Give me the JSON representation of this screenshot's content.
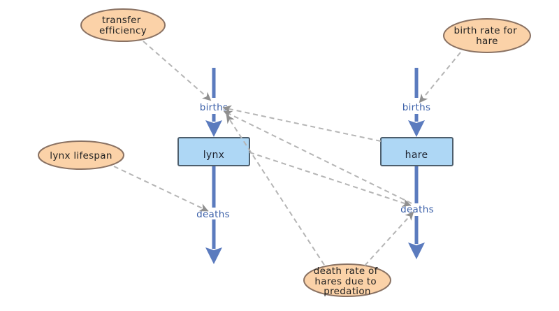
{
  "colors": {
    "background": "#FFFFFF",
    "stock_fill": "#AED7F5",
    "stock_border": "#4D5E6C",
    "converter_fill": "#FBD2A8",
    "converter_border": "#8A7263",
    "flow_blue": "#5B7BBE",
    "flow_label_blue": "#3A5FA8",
    "link_gray": "#B5B5B5",
    "link_arrow_gray": "#8F8F8F",
    "text_dark": "#222222"
  },
  "stocks": [
    {
      "id": "lynx",
      "label": "lynx"
    },
    {
      "id": "hare",
      "label": "hare"
    }
  ],
  "flows": [
    {
      "id": "lynx-births",
      "label": "births",
      "into": "lynx"
    },
    {
      "id": "lynx-deaths",
      "label": "deaths",
      "out_of": "lynx"
    },
    {
      "id": "hare-births",
      "label": "births",
      "into": "hare"
    },
    {
      "id": "hare-deaths",
      "label": "deaths",
      "out_of": "hare"
    }
  ],
  "converters": [
    {
      "id": "transfer-efficiency",
      "lines": [
        "transfer",
        "efficiency"
      ]
    },
    {
      "id": "birth-rate-for-hare",
      "lines": [
        "birth rate for",
        "hare"
      ]
    },
    {
      "id": "lynx-lifespan",
      "lines": [
        "lynx lifespan"
      ]
    },
    {
      "id": "death-rate-predation",
      "lines": [
        "death rate of",
        "hares due to",
        "predation"
      ]
    }
  ],
  "links": [
    {
      "from": "transfer efficiency",
      "to": "lynx births"
    },
    {
      "from": "birth rate for hare",
      "to": "hare births"
    },
    {
      "from": "lynx lifespan",
      "to": "lynx deaths"
    },
    {
      "from": "hare",
      "to": "lynx births"
    },
    {
      "from": "hare deaths",
      "to": "lynx births"
    },
    {
      "from": "lynx",
      "to": "hare deaths"
    },
    {
      "from": "death rate of hares due to predation",
      "to": "hare deaths"
    },
    {
      "from": "death rate of hares due to predation",
      "to": "lynx births"
    }
  ]
}
